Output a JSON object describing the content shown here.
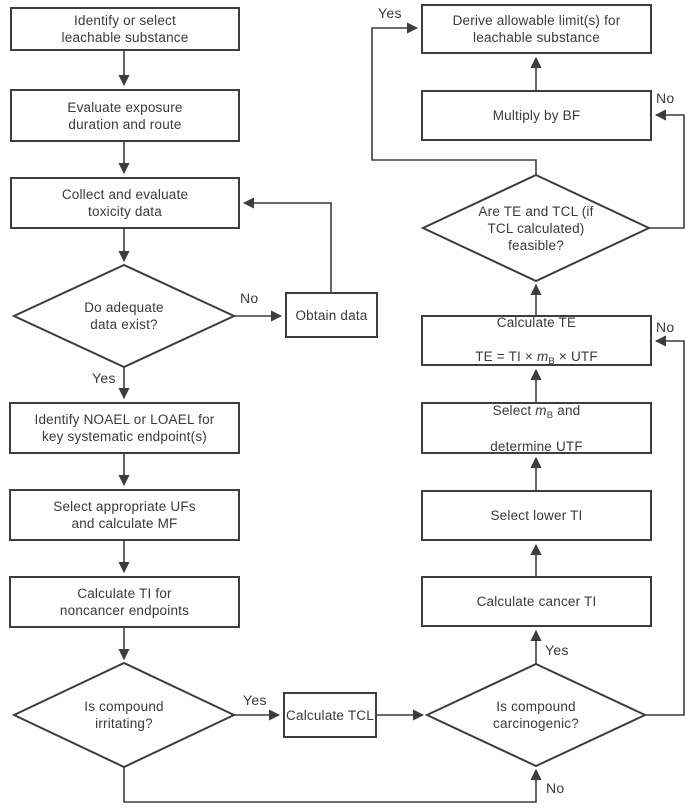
{
  "colors": {
    "line": "#3d3d3d",
    "text": "#3a3a3a",
    "background": "#fefefe"
  },
  "nodes": {
    "identify_substance": {
      "label": "Identify or select\nleachable substance"
    },
    "evaluate_exposure": {
      "label": "Evaluate exposure\nduration and route"
    },
    "collect_toxicity": {
      "label": "Collect and evaluate\ntoxicity data"
    },
    "adequate_data": {
      "label": "Do adequate\ndata exist?"
    },
    "obtain_data": {
      "label": "Obtain data"
    },
    "identify_noael": {
      "label": "Identify NOAEL or LOAEL for\nkey systematic endpoint(s)"
    },
    "select_ufs": {
      "label": "Select appropriate UFs\nand calculate MF"
    },
    "calculate_ti": {
      "label": "Calculate TI for\nnoncancer endpoints"
    },
    "is_irritating": {
      "label": "Is compound\nirritating?"
    },
    "calculate_tcl": {
      "label": "Calculate TCL"
    },
    "is_carcinogenic": {
      "label": "Is compound\ncarcinogenic?"
    },
    "calculate_cancer_ti": {
      "label": "Calculate cancer TI"
    },
    "select_lower_ti": {
      "label": "Select lower TI"
    },
    "select_mb": {
      "line1_pre": "Select ",
      "line1_var": "m",
      "line1_sub": "B",
      "line1_post": " and",
      "line2": "determine UTF"
    },
    "calculate_te": {
      "line1": "Calculate TE",
      "line2_pre": "TE = TI × ",
      "line2_var": "m",
      "line2_sub": "B",
      "line2_post": " × UTF"
    },
    "feasible": {
      "label": "Are TE and TCL (if\nTCL calculated)\nfeasible?"
    },
    "multiply_bf": {
      "label": "Multiply by BF"
    },
    "derive_limits": {
      "label": "Derive allowable limit(s) for\nleachable substance"
    }
  },
  "edge_labels": {
    "adequate_no": "No",
    "adequate_yes": "Yes",
    "irritating_yes": "Yes",
    "irritating_no": "No",
    "carcinogenic_yes": "Yes",
    "carcinogenic_no": "No",
    "feasible_yes": "Yes",
    "feasible_no": "No"
  }
}
